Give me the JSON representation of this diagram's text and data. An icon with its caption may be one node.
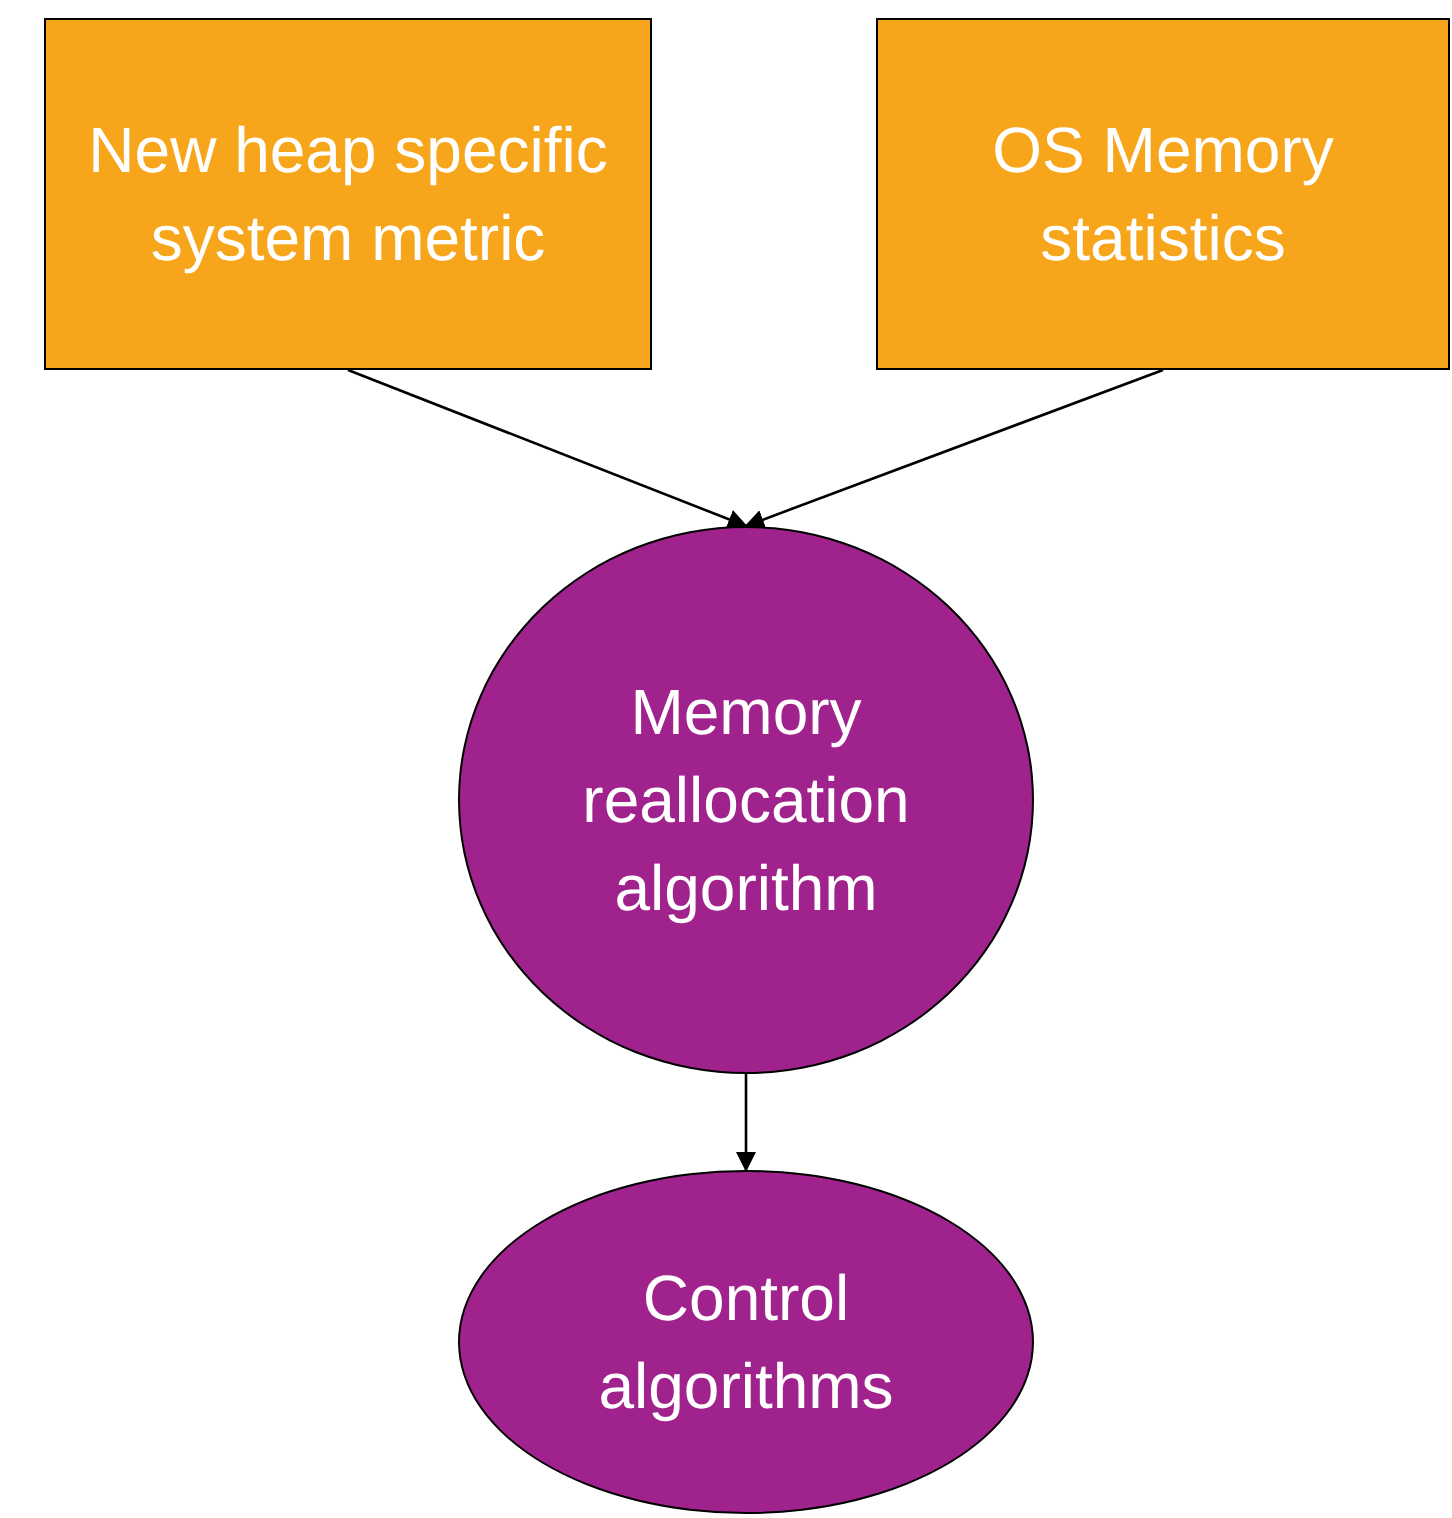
{
  "diagram": {
    "nodes": [
      {
        "text": [
          "New heap specific system metric"
        ]
      },
      {
        "text": [
          "OS Memory statistics"
        ]
      },
      {
        "text": [
          "Memory reallocation algorithm"
        ]
      },
      {
        "text": [
          "Control algorithms"
        ]
      }
    ],
    "edges": [
      {
        "from": 0,
        "to": 2,
        "arrow": "to"
      },
      {
        "from": 1,
        "to": 2,
        "arrow": "to"
      },
      {
        "from": 2,
        "to": 3,
        "arrow": "to"
      }
    ]
  }
}
